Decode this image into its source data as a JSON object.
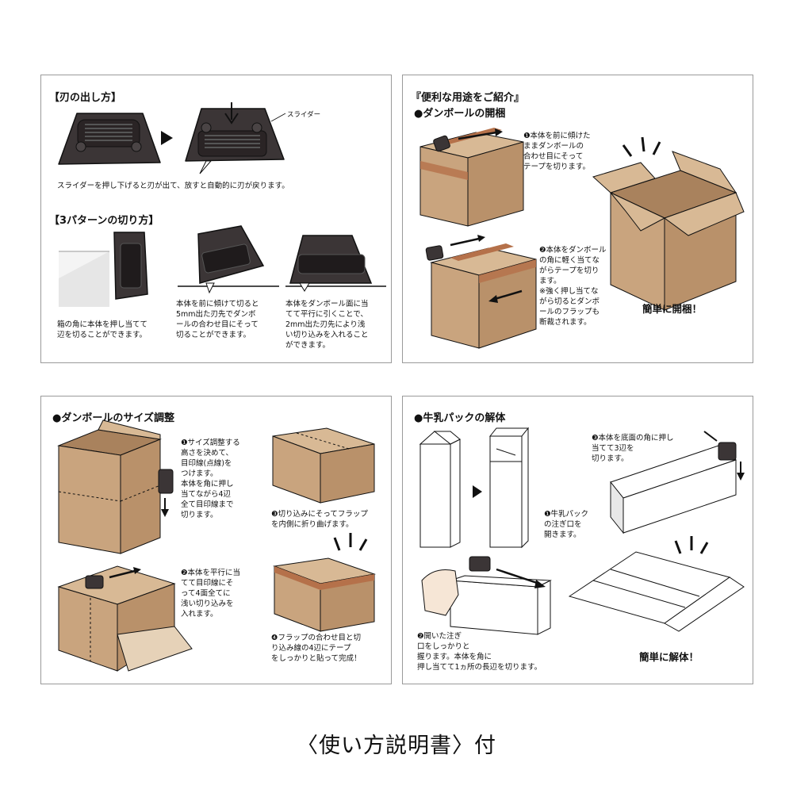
{
  "panel_blade": {
    "heading_blade": "【刃の出し方】",
    "slider_label": "スライダー",
    "caption_blade": "スライダーを押し下げると刃が出て、放すと自動的に刃が戻ります。",
    "heading_patterns": "【3パターンの切り方】",
    "pattern1": "箱の角に本体を押し当てて\n辺を切ることができます。",
    "pattern2": "本体を前に傾けて切ると\n5mm出た刃先でダンボ\nールの合わせ目にそって\n切ることができます。",
    "pattern3": "本体をダンボール面に当\nてて平行に引くことで、\n2mm出た刃先により浅\nい切り込みを入れること\nができます。"
  },
  "panel_uses": {
    "heading_uses": "『便利な用途をご紹介』",
    "heading_open": "●ダンボールの開梱",
    "step1": "❶本体を前に傾けた\nままダンボールの\n合わせ目にそって\nテープを切ります。",
    "step2": "❷本体をダンボール\nの角に軽く当てな\nがらテープを切り\nます。\n※強く押し当てな\nがら切るとダンボ\nールのフラップも\n断裁されます。",
    "result": "簡単に開梱！"
  },
  "panel_size": {
    "heading": "●ダンボールのサイズ調整",
    "step1": "❶サイズ調整する\n高さを決めて、\n目印線(点線)を\nつけます。\n本体を角に押し\n当てながら4辺\n全て目印線まで\n切ります。",
    "step2": "❷本体を平行に当\nてて目印線にそ\nって4面全てに\n浅い切り込みを\n入れます。",
    "step3": "❸切り込みにそってフラップ\nを内側に折り曲げます。",
    "step4": "❹フラップの合わせ目と切\nり込み線の4辺にテープ\nをしっかりと貼って完成！"
  },
  "panel_milk": {
    "heading": "●牛乳パックの解体",
    "step1": "❶牛乳パック\nの注ぎ口を\n開きます。",
    "step2": "❷開いた注ぎ\n口をしっかりと\n握ります。本体を角に\n押し当てて1ヵ所の長辺を切ります。",
    "step3": "❸本体を底面の角に押し\n当てて3辺を\n切ります。",
    "result": "簡単に解体！"
  },
  "footer": "〈使い方説明書〉付",
  "colors": {
    "cardboard": "#c9a47e",
    "cardboard_dark": "#a9825d",
    "tape": "#b5714a",
    "device": "#3b3536",
    "device_dark": "#1f1b1c"
  }
}
